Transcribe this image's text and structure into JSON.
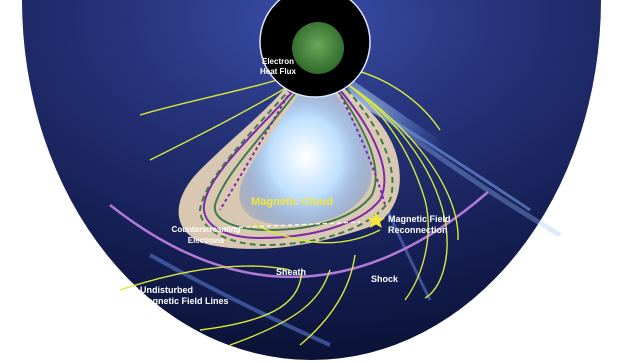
{
  "labels": {
    "electron_heat_flux_line1": "Electron",
    "electron_heat_flux_line2": "Heat Flux",
    "magnetic_cloud": "Magnetic Cloud",
    "counterstreaming_line1": "Counterstreaming",
    "counterstreaming_line2": "Electrons",
    "reconnection_line1": "Magnetic Field",
    "reconnection_line2": "Reconnection",
    "sheath": "Sheath",
    "shock": "Shock",
    "undisturbed_line1": "Undisturbed",
    "undisturbed_line2": "Magnetic Field Lines"
  },
  "colors": {
    "background": "#ffffff",
    "corona_outer": "#0b1236",
    "corona_mid": "#2a3a8a",
    "occulter": "#000000",
    "sun_disk": "#4a8a3a",
    "cme_bright": "#d8ecff",
    "sheath_fill": "#e8d6b8",
    "field_lines": "#d6e83a",
    "flux_rope_purple": "#7a2aa8",
    "flux_rope_green": "#3f7a4a",
    "shock_arc": "#b07ad8",
    "label_white": "#ffffff",
    "label_yellow": "#f5e63a",
    "reconnection_star": "#f5e63a"
  },
  "icons": {
    "reconnection_marker": "star-icon"
  }
}
